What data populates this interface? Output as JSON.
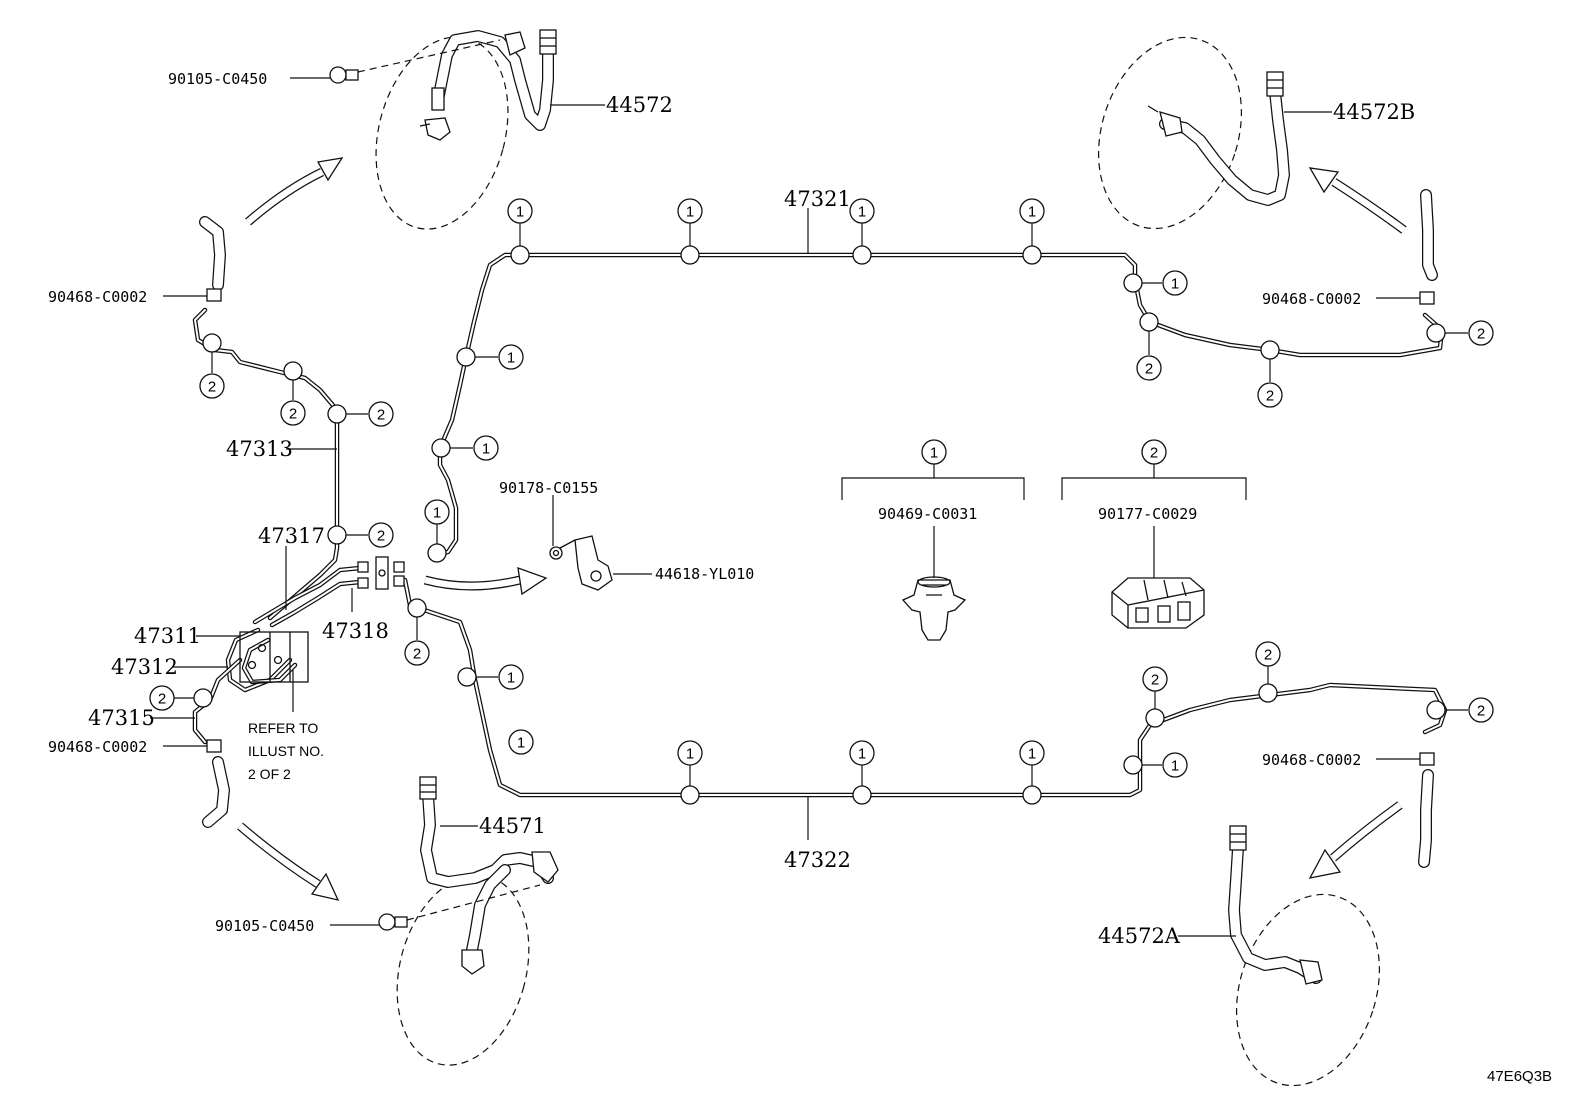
{
  "labels": {
    "p90105_top": "90105-C0450",
    "p44572": "44572",
    "p44572B": "44572B",
    "p90468_left_top": "90468-C0002",
    "p90468_right_top": "90468-C0002",
    "p47321": "47321",
    "p47313": "47313",
    "p90178": "90178-C0155",
    "p44618": "44618-YL010",
    "p47317": "47317",
    "p47311": "47311",
    "p47312": "47312",
    "p47318": "47318",
    "p47315": "47315",
    "p90468_left_bot": "90468-C0002",
    "p90468_right_bot": "90468-C0002",
    "p44571": "44571",
    "p47322": "47322",
    "p90105_bot": "90105-C0450",
    "p44572A": "44572A",
    "legend1_part": "90469-C0031",
    "legend2_part": "90177-C0029",
    "refer_line1": "REFER TO",
    "refer_line2": "ILLUST NO.",
    "refer_line3": "2 OF 2",
    "illust_code": "47E6Q3B"
  },
  "callouts": {
    "one": "1",
    "two": "2"
  }
}
